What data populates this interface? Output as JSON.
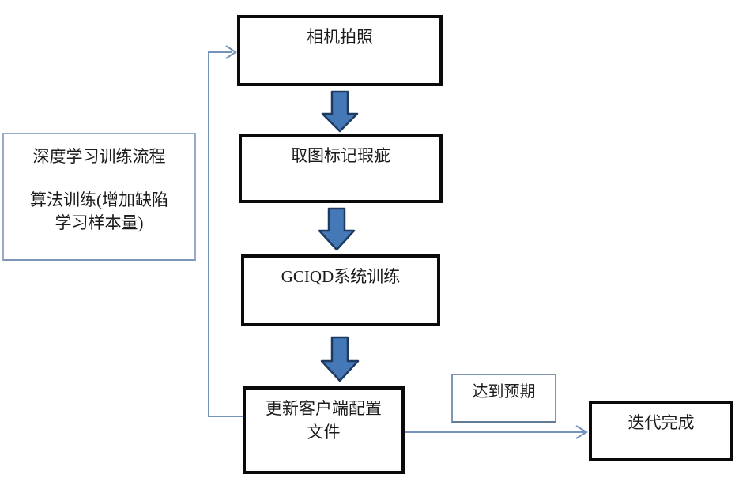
{
  "diagram": {
    "nodes": {
      "camera": {
        "label": "相机拍照"
      },
      "mark_defects": {
        "label": "取图标记瑕疵"
      },
      "system_training": {
        "label": "GCIQD系统训练"
      },
      "update_config": {
        "label": "更新客户端配置文件"
      },
      "iteration_done": {
        "label": "迭代完成"
      }
    },
    "side_note": {
      "title": "深度学习训练流程",
      "body": "算法训练(增加缺陷学习样本量)"
    },
    "edge_label": {
      "label": "达到预期"
    },
    "colors": {
      "block_arrow_fill": "#4478b6",
      "block_arrow_stroke": "#1f3a60",
      "connector": "#7492bc",
      "process_border": "#0a0a0a",
      "side_note_border": "#96abc8",
      "edge_label_border": "#7e98b4",
      "background": "#ffffff"
    }
  }
}
